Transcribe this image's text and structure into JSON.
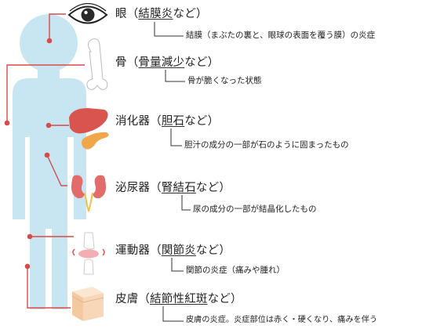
{
  "organs": [
    {
      "id": "eye",
      "name": "眼",
      "paren_open": "（",
      "disease": "結膜炎",
      "suffix": "など",
      "paren_close": "）",
      "description": "結膜（まぶたの裏と、眼球の表面を覆う膜）の炎症"
    },
    {
      "id": "bone",
      "name": "骨",
      "paren_open": "（",
      "disease": "骨量減少",
      "suffix": "など",
      "paren_close": "）",
      "description": "骨が脆くなった状態"
    },
    {
      "id": "digestive",
      "name": "消化器",
      "paren_open": "（",
      "disease": "胆石",
      "suffix": "など",
      "paren_close": "）",
      "description": "胆汁の成分の一部が石のように固まったもの"
    },
    {
      "id": "urinary",
      "name": "泌尿器",
      "paren_open": "（",
      "disease": "腎結石",
      "suffix": "など",
      "paren_close": "）",
      "description": "尿の成分の一部が結晶化したもの"
    },
    {
      "id": "locomotor",
      "name": "運動器",
      "paren_open": "（",
      "disease": "関節炎",
      "suffix": "など",
      "paren_close": "）",
      "description": "関節の炎症（痛みや腫れ）"
    },
    {
      "id": "skin",
      "name": "皮膚",
      "paren_open": "（",
      "disease": "結節性紅斑",
      "suffix": "など",
      "paren_close": "）",
      "description": "皮膚の炎症。炎症部位は赤く・硬くなり、痛みを伴う"
    }
  ],
  "colors": {
    "body": "#c8e6f2",
    "connector": "#d94a4a",
    "leader": "#333333",
    "liver": "#d9534f",
    "pancreas": "#f0a64a",
    "kidney": "#e26b6b",
    "bone": "#ffffff",
    "skin_top": "#fbe6d2",
    "skin_bottom": "#f2c9a0"
  }
}
